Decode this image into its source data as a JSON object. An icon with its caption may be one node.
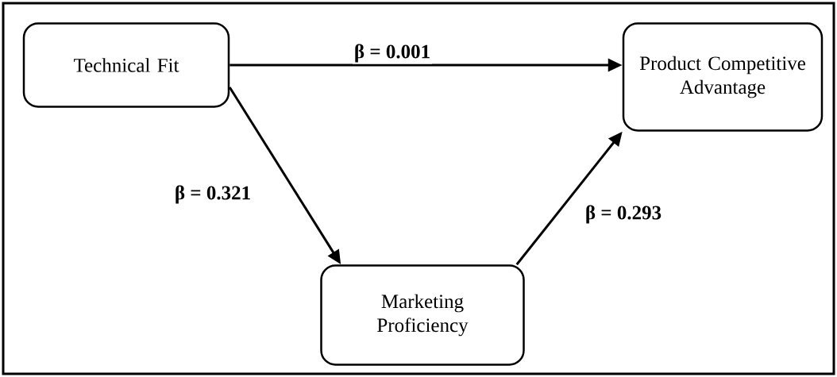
{
  "diagram": {
    "nodes": [
      {
        "text": [
          "Technical Fit"
        ]
      },
      {
        "text": [
          "Product Competitive Advantage"
        ]
      },
      {
        "text": [
          "Marketing Proficiency"
        ]
      }
    ],
    "edges": [
      {
        "from": 0,
        "to": 1,
        "arrow": "to",
        "label": "β = 0.001"
      },
      {
        "from": 0,
        "to": 2,
        "arrow": "to",
        "label": "β = 0.321"
      },
      {
        "from": 2,
        "to": 1,
        "arrow": "to",
        "label": "β = 0.293"
      }
    ]
  }
}
